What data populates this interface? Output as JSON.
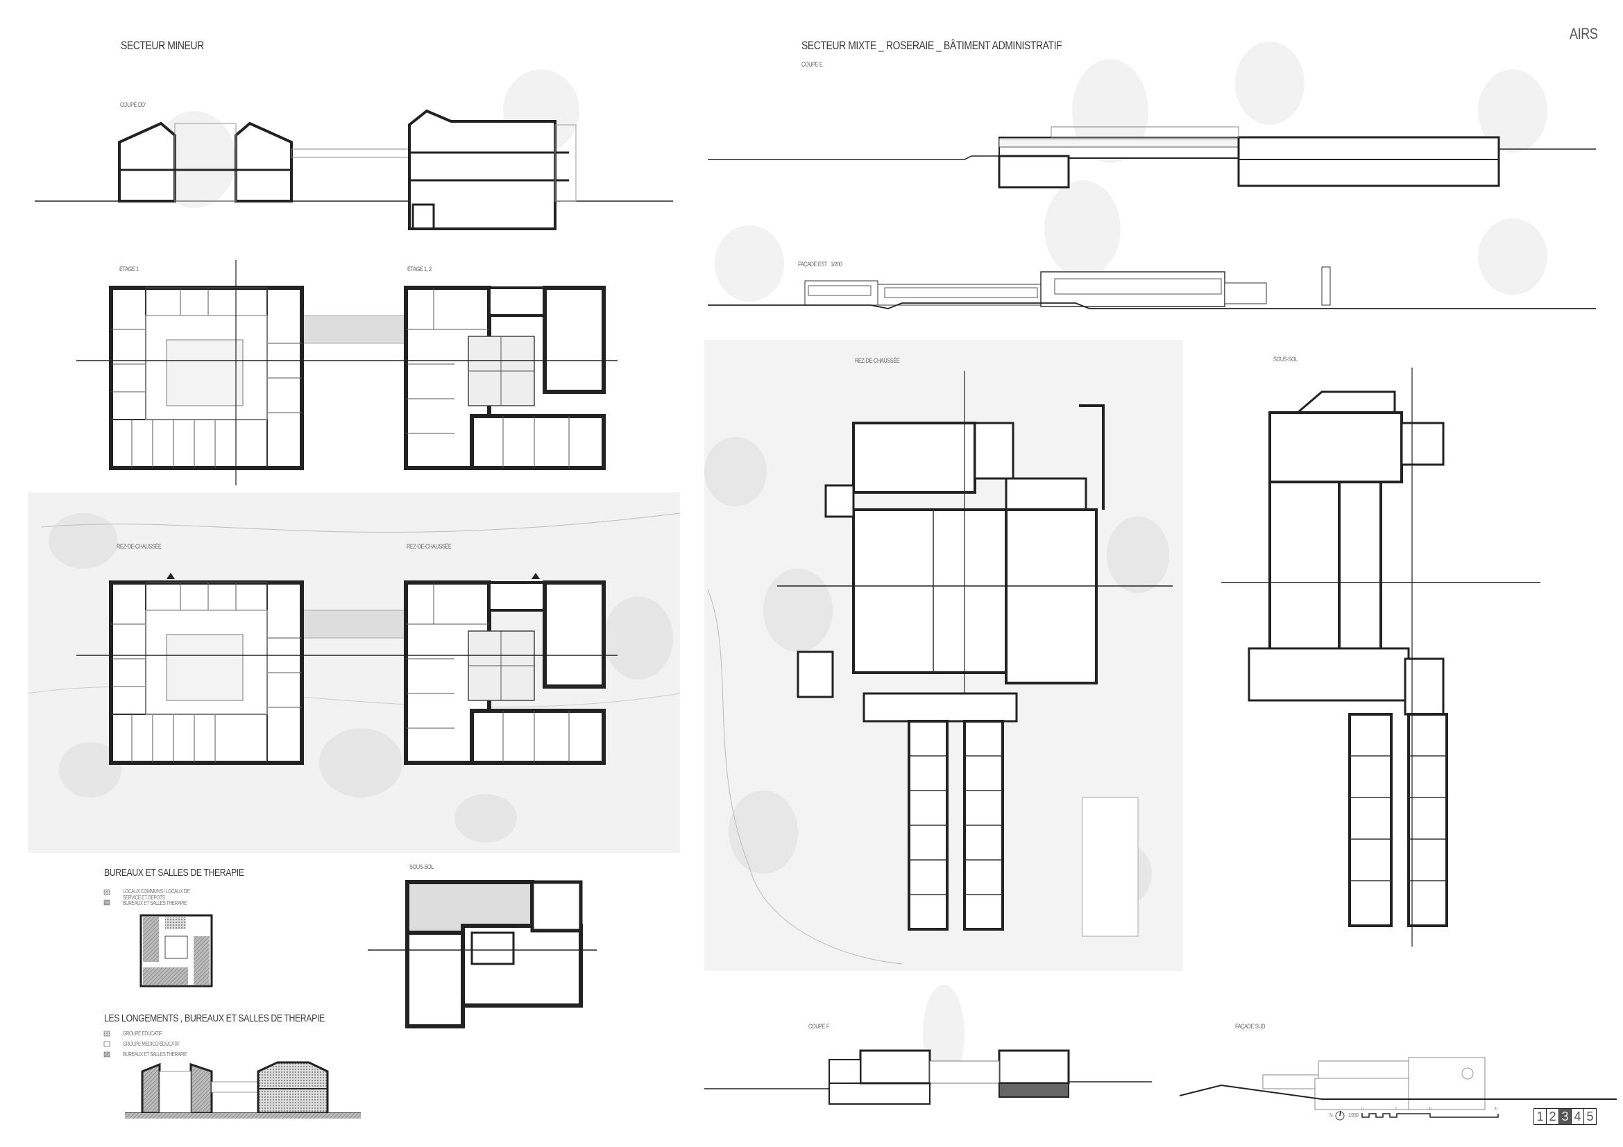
{
  "brand": "AIRS",
  "left": {
    "title": "SECTEUR MINEUR",
    "section_label": "COUPE DD'",
    "plan_upper_labels": [
      "ÉTAGE 1",
      "ÉTAGE 1, 2"
    ],
    "plan_ground_labels": [
      "REZ-DE-CHAUSSÉE",
      "REZ-DE-CHAUSSÉE"
    ],
    "basement_label": "SOUS-SOL",
    "legend1": {
      "title": "BUREAUX  ET  SALLES DE THERAPIE",
      "items": [
        "LOCAUX COMMUNS / LOCAUX DE SERVICE ET DEPOTS",
        "BUREAUX  ET SALLES THERAPIE"
      ]
    },
    "legend2": {
      "title": "LES LONGEMENTS , BUREAUX  ET SALLES DE THERAPIE",
      "items": [
        "GROUPE ÉDUCATIF",
        "GROUPE MÉDICO-ÉDUCATIF",
        "BUREAUX  ET SALLES THERAPIE"
      ]
    }
  },
  "right": {
    "title": "SECTEUR MIXTE _ ROSERAIE _ BÂTIMENT ADMINISTRATIF",
    "section_e_label": "COUPE E",
    "facade_est_label": "FAÇADE EST",
    "facade_est_scale": "1/200",
    "ground_label": "REZ-DE-CHAUSSÉE",
    "basement_label": "SOUS-SOL",
    "section_f_label": "COUPE F",
    "facade_sud_label": "FAÇADE SUD"
  },
  "footer": {
    "north": "N",
    "scale": "1/200",
    "scale_ticks": [
      "0",
      "5",
      "10",
      "20"
    ],
    "pages": [
      "1",
      "2",
      "3",
      "4",
      "5"
    ],
    "active_page": "3"
  }
}
